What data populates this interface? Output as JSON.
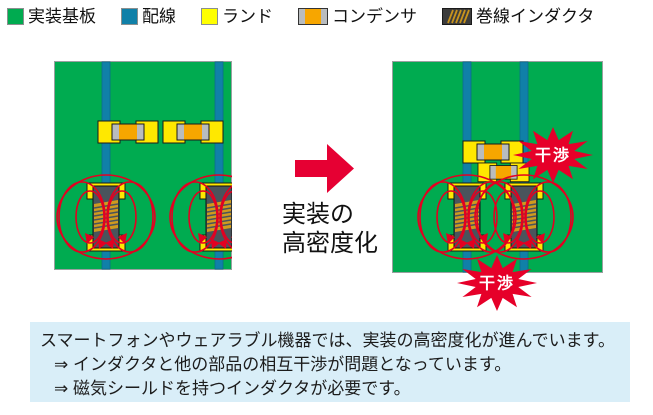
{
  "legend": {
    "items": [
      {
        "label": "実装基板",
        "swatch": "board-green"
      },
      {
        "label": "配線",
        "swatch": "wire-teal"
      },
      {
        "label": "ランド",
        "swatch": "land-yellow"
      },
      {
        "label": "コンデンサ",
        "swatch": "capacitor"
      },
      {
        "label": "巻線インダクタ",
        "swatch": "wirewound-inductor"
      }
    ]
  },
  "transition": {
    "label_line1": "実装の",
    "label_line2": "高密度化"
  },
  "right_board": {
    "interference_top": "干渉",
    "interference_bottom": "干渉"
  },
  "note": {
    "lines": [
      "スマートフォンやウェアラブル機器では、実装の高密度化が進んでいます。",
      "⇒ インダクタと他の部品の相互干渉が問題となっています。",
      "⇒ 磁気シールドを持つインダクタが必要です。"
    ]
  },
  "colors": {
    "board_green": "#00ab50",
    "wire_teal": "#1080a8",
    "land_yellow": "#ffe800",
    "legend_yellow": "#ffff00",
    "capacitor_orange": "#f7a600",
    "capacitor_gray": "#b9bcbe",
    "inductor_body": "#4a545c",
    "winding_gold": "#c8931c",
    "field_line_red": "#e30021",
    "interference_red": "#e60029",
    "arrow_red": "#e60033",
    "note_background": "#d9eef8"
  }
}
